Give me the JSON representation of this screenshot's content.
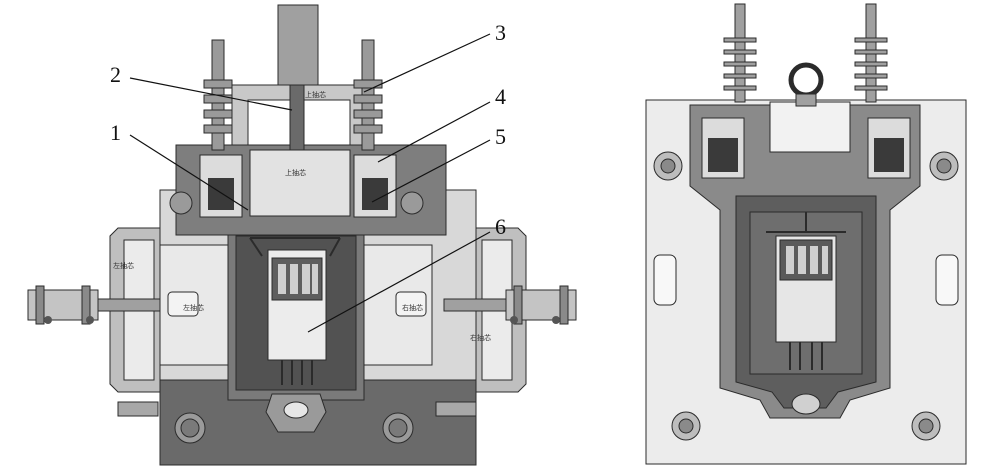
{
  "figure": {
    "callouts": [
      {
        "id": "1",
        "label": "1"
      },
      {
        "id": "2",
        "label": "2"
      },
      {
        "id": "3",
        "label": "3"
      },
      {
        "id": "4",
        "label": "4"
      },
      {
        "id": "5",
        "label": "5"
      },
      {
        "id": "6",
        "label": "6"
      }
    ],
    "mold_texts": {
      "top_core_pull": "上抽芯",
      "top_core_pull_2": "上抽芯",
      "left_core_pull": "左抽芯",
      "left_core_pull_2": "左抽芯",
      "right_core_pull": "右抽芯",
      "right_core_pull_2": "右抽芯"
    },
    "colors": {
      "dark": "#5a5a5a",
      "mid": "#8c8c8c",
      "light": "#c9c9c9",
      "pale": "#e6e6e6",
      "outline": "#2b2b2b"
    }
  }
}
